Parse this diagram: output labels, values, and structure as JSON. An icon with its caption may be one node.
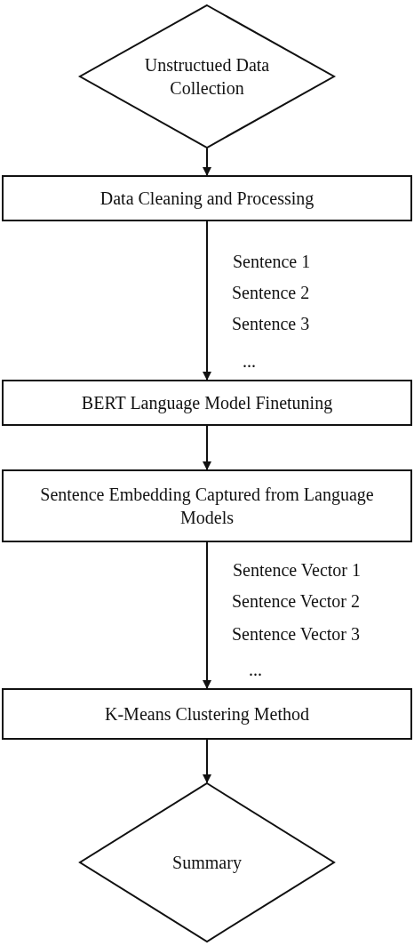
{
  "diagram": {
    "nodes": [
      {
        "text": [
          "Unstructued Data Collection"
        ]
      },
      {
        "text": [
          "Data Cleaning and Processing"
        ]
      },
      {
        "text": [
          "BERT Language Model Finetuning"
        ]
      },
      {
        "text": [
          "Sentence Embedding Captured from Language Models"
        ]
      },
      {
        "text": [
          "K-Means Clustering Method"
        ]
      },
      {
        "text": [
          "Summary"
        ]
      }
    ],
    "edges": [
      {
        "from": 0,
        "to": 1,
        "arrow": "to"
      },
      {
        "from": 1,
        "to": 2,
        "arrow": "to"
      },
      {
        "from": 2,
        "to": 3,
        "arrow": "to"
      },
      {
        "from": 3,
        "to": 4,
        "arrow": "to"
      },
      {
        "from": 4,
        "to": 5,
        "arrow": "to"
      }
    ],
    "labels": [
      "Sentence 1",
      "Sentence 2",
      "Sentence 3",
      "...",
      "Sentence Vector 1",
      "Sentence Vector 2",
      "Sentence Vector 3",
      "..."
    ]
  }
}
